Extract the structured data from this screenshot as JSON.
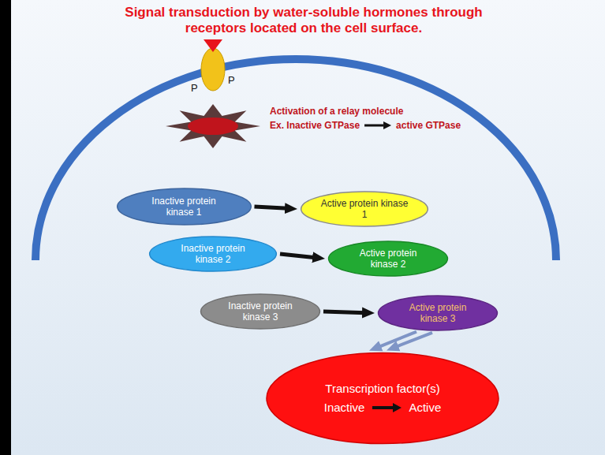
{
  "diagram": {
    "title": "Signal transduction by water-soluble hormones through receptors located on the cell surface.",
    "nodes": [
      {
        "text": [
          "Inactive protein kinase 1"
        ]
      },
      {
        "text": [
          "Active protein kinase 1"
        ]
      },
      {
        "text": [
          "Inactive protein kinase 2"
        ]
      },
      {
        "text": [
          "Active protein kinase 2"
        ]
      },
      {
        "text": [
          "Inactive protein kinase 3"
        ]
      },
      {
        "text": [
          "Active protein kinase 3"
        ]
      },
      {
        "text": [
          "Transcription factor(s)",
          "Inactive",
          "Active"
        ]
      }
    ],
    "edges": [
      {
        "from": 0,
        "to": 1,
        "arrow": "to"
      },
      {
        "from": 2,
        "to": 3,
        "arrow": "to"
      },
      {
        "from": 4,
        "to": 5,
        "arrow": "to"
      },
      {
        "from": 5,
        "to": 6,
        "arrow": "to"
      },
      {
        "from": 5,
        "to": 6,
        "arrow": "to"
      }
    ],
    "labels": [
      "P",
      "P",
      "Activation of a relay molecule",
      "Ex. Inactive GTPase",
      "active GTPase"
    ]
  }
}
